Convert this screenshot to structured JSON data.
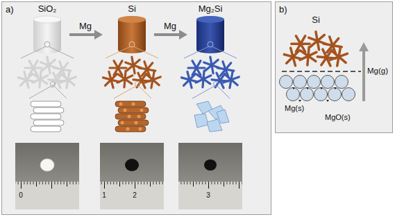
{
  "diagram": {
    "nodes": [
      {
        "text": [
          "a)"
        ]
      },
      {
        "text": [
          "b)"
        ]
      }
    ],
    "labels": [
      "SiO₂",
      "Mg",
      "Si",
      "Mg",
      "Mg₂Si",
      "0",
      "1",
      "2",
      "3",
      "Si",
      "Mg(s)",
      "MgO(s)",
      "Mg(g)"
    ]
  }
}
